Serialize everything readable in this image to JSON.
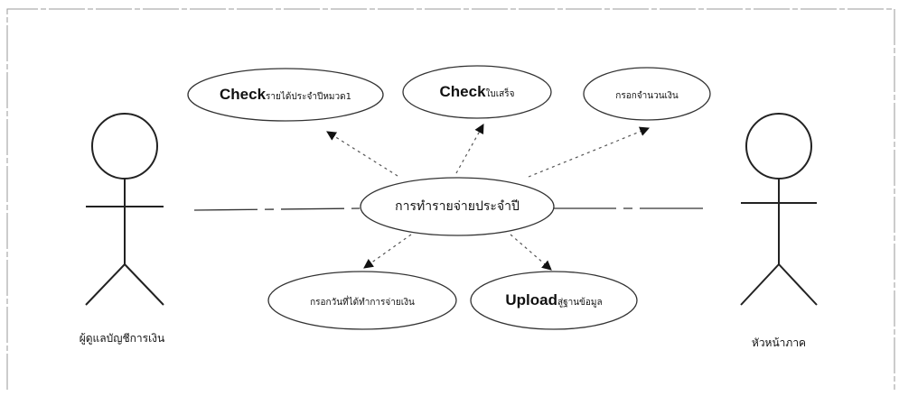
{
  "actors": {
    "left": {
      "label": "ผู้ดูแลบัญชีการเงิน"
    },
    "right": {
      "label": "หัวหน้าภาค"
    }
  },
  "use_cases": {
    "main": {
      "label": "การทำรายจ่ายประจำปี"
    },
    "check_income": {
      "prefix": "Check",
      "label": "รายได้ประจำปีหมวด1"
    },
    "check_receipt": {
      "prefix": "Check",
      "label": "ใบเสร็จ"
    },
    "enter_amount": {
      "prefix": "",
      "label": "กรอกจำนวนเงิน"
    },
    "enter_date": {
      "prefix": "",
      "label": "กรอกวันที่ได้ทำการจ่ายเงิน"
    },
    "upload_db": {
      "prefix": "Upload",
      "label": "สู่ฐานข้อมูล"
    }
  },
  "colors": {
    "line": "#222222",
    "dotted": "#555555",
    "frame": "#999999",
    "background": "#ffffff"
  }
}
